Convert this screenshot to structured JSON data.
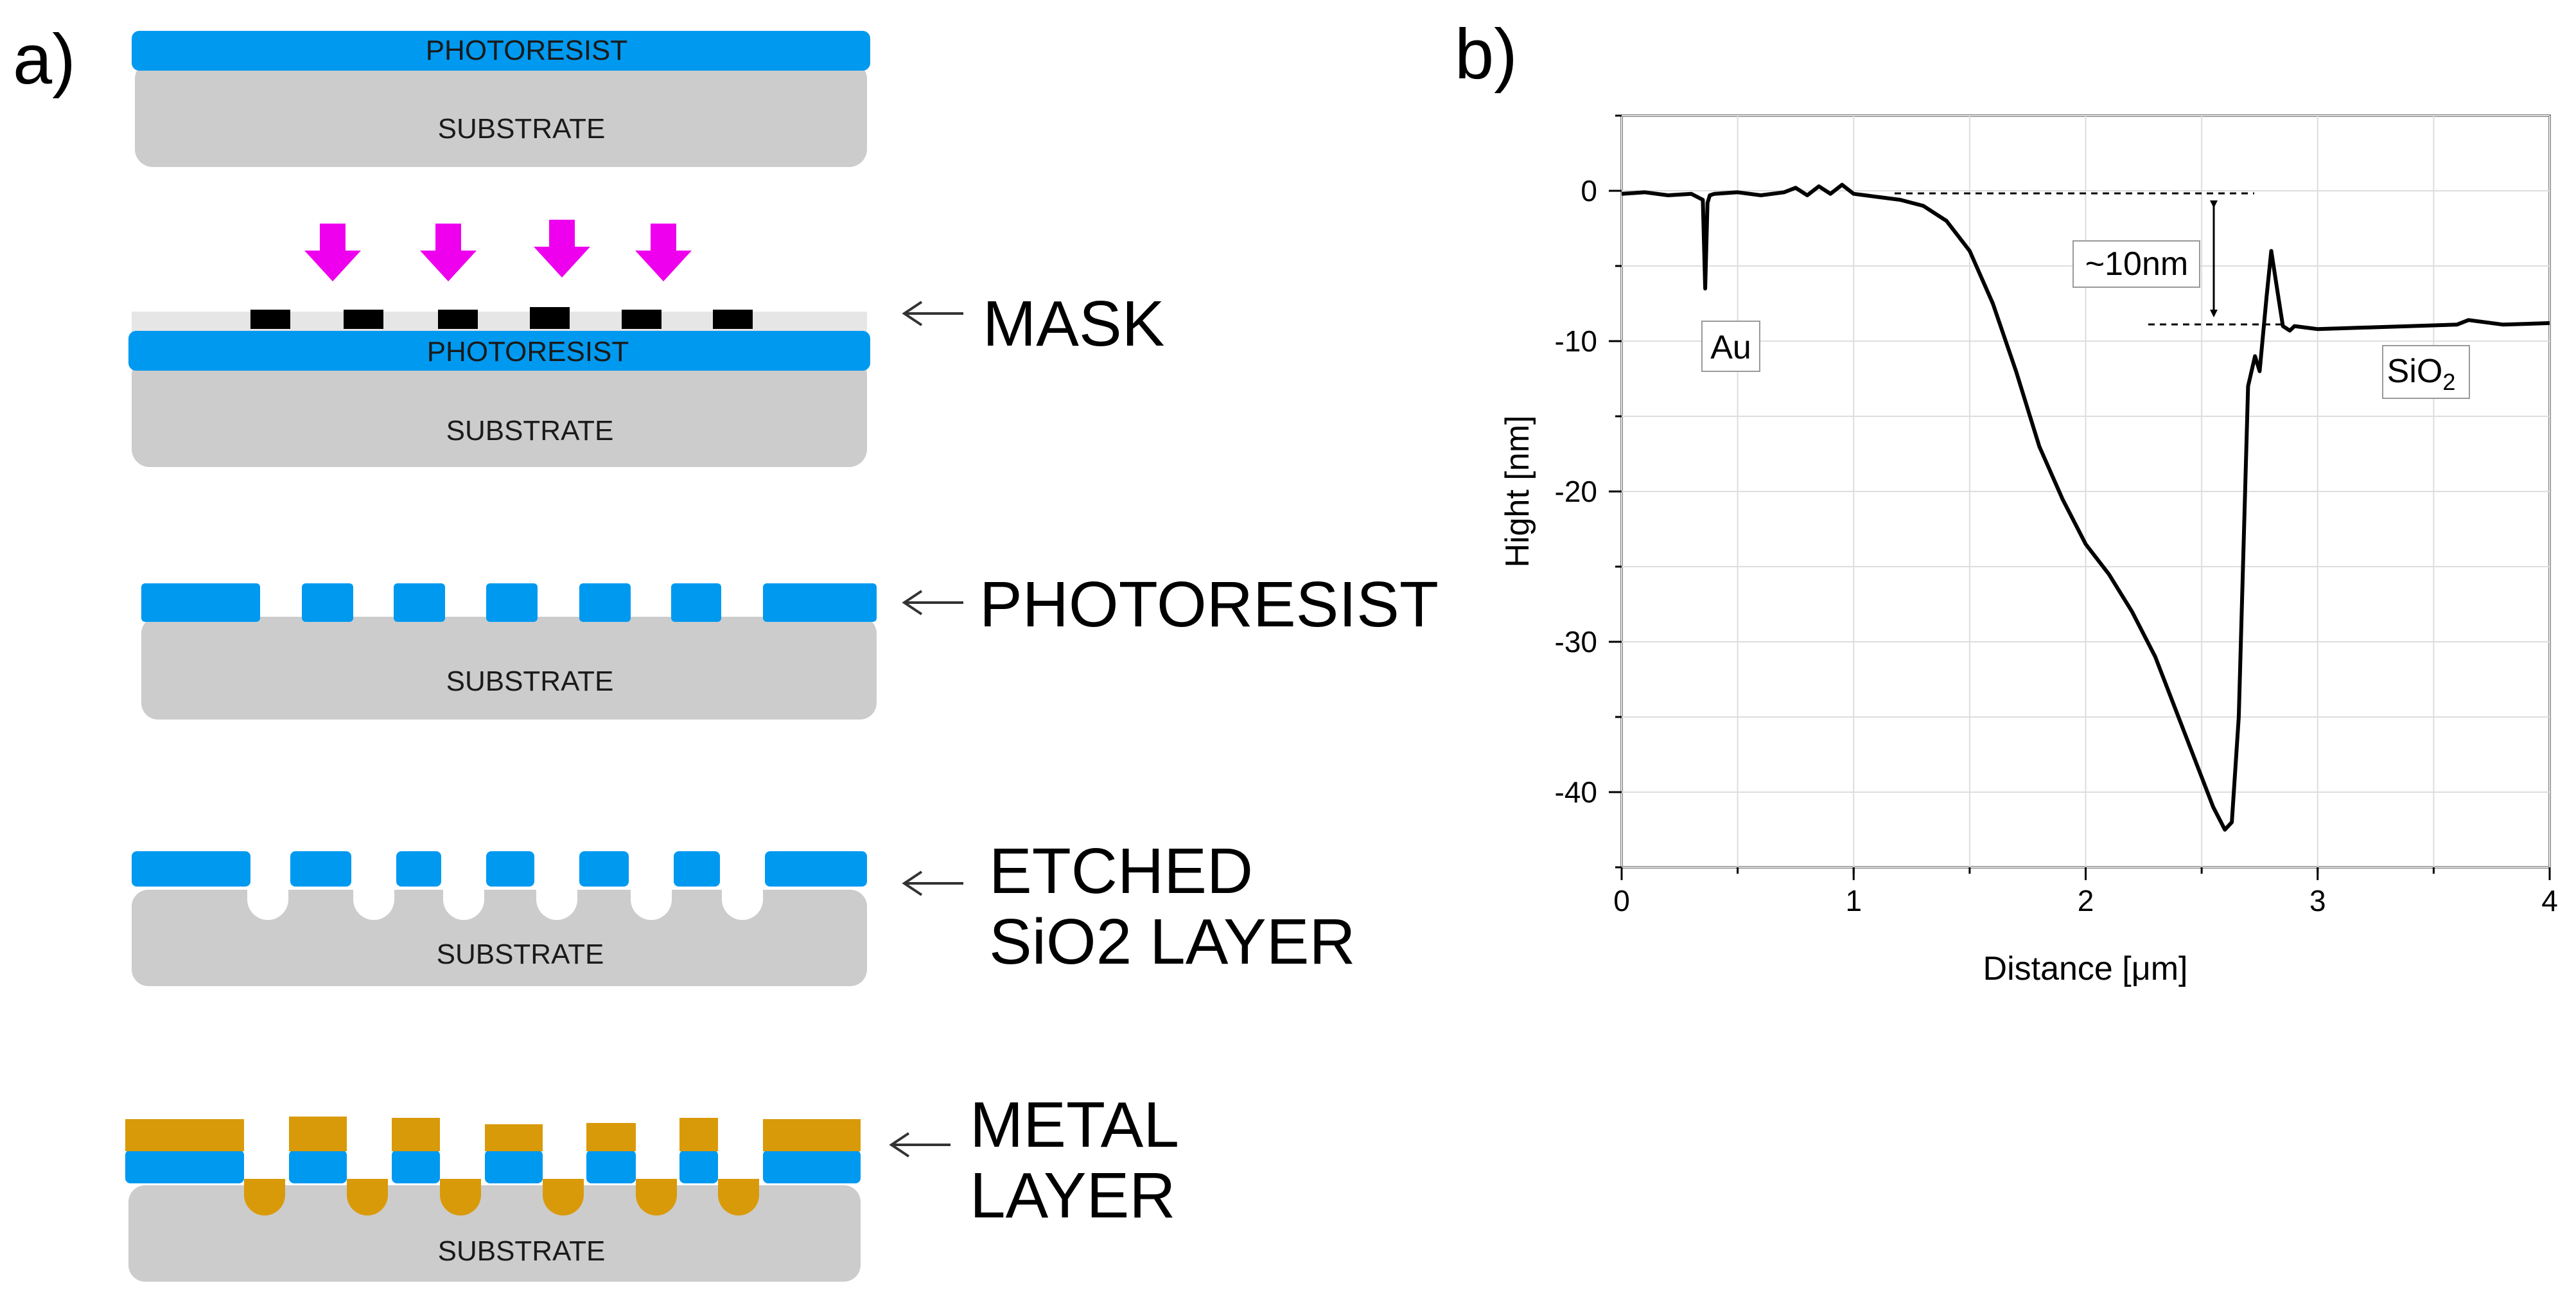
{
  "panel_a": {
    "label": "a)",
    "photoresist_label": "PHOTORESIST",
    "substrate_label": "SUBSTRATE",
    "steps": [
      {
        "side_label": [
          "MASK"
        ]
      },
      {
        "side_label": [
          "PHOTORESIST"
        ]
      },
      {
        "side_label": [
          "ETCHED",
          "SiO2 LAYER"
        ]
      },
      {
        "side_label": [
          "METAL",
          "LAYER"
        ]
      }
    ],
    "colors": {
      "photoresist": "#0099f0",
      "substrate": "#cccccc",
      "metal": "#d99a0a",
      "uv_arrow": "#ee00ee",
      "mask": "#000000"
    }
  },
  "panel_b": {
    "label": "b)",
    "annotations": {
      "step": "~10nm",
      "au": "Au",
      "sio2": "SiO",
      "sio2_sub": "2"
    }
  },
  "chart_data": {
    "type": "line",
    "xlabel": "Distance [μm]",
    "ylabel": "Hight [nm]",
    "xlim": [
      0,
      4
    ],
    "ylim": [
      -45,
      5
    ],
    "xticks": [
      0,
      1,
      2,
      3,
      4
    ],
    "yticks": [
      0,
      -10,
      -20,
      -30,
      -40
    ],
    "grid": true,
    "series": [
      {
        "x": [
          0,
          0.1,
          0.2,
          0.3,
          0.35,
          0.36,
          0.37,
          0.38,
          0.4,
          0.5,
          0.6,
          0.7,
          0.75,
          0.8,
          0.85,
          0.9,
          0.95,
          1.0,
          1.05,
          1.1,
          1.2,
          1.3,
          1.4,
          1.5,
          1.6,
          1.7,
          1.8,
          1.9,
          2.0,
          2.1,
          2.2,
          2.3,
          2.4,
          2.5,
          2.55,
          2.6,
          2.63,
          2.66,
          2.7,
          2.73,
          2.75,
          2.78,
          2.8,
          2.83,
          2.85,
          2.88,
          2.9,
          3.0,
          3.2,
          3.4,
          3.6,
          3.65,
          3.8,
          4.0
        ],
        "y": [
          -0.2,
          -0.1,
          -0.3,
          -0.2,
          -0.6,
          -6.5,
          -0.8,
          -0.3,
          -0.2,
          -0.1,
          -0.3,
          -0.1,
          0.2,
          -0.3,
          0.3,
          -0.2,
          0.4,
          -0.2,
          -0.3,
          -0.4,
          -0.6,
          -1.0,
          -2.0,
          -4.0,
          -7.5,
          -12.0,
          -17.0,
          -20.5,
          -23.5,
          -25.5,
          -28.0,
          -31.0,
          -35.0,
          -39.0,
          -41.0,
          -42.5,
          -42.0,
          -35.0,
          -13.0,
          -11.0,
          -12.0,
          -7.0,
          -4.0,
          -7.0,
          -9.0,
          -9.3,
          -9.0,
          -9.2,
          -9.1,
          -9.0,
          -8.9,
          -8.6,
          -8.9,
          -8.8
        ]
      }
    ]
  }
}
